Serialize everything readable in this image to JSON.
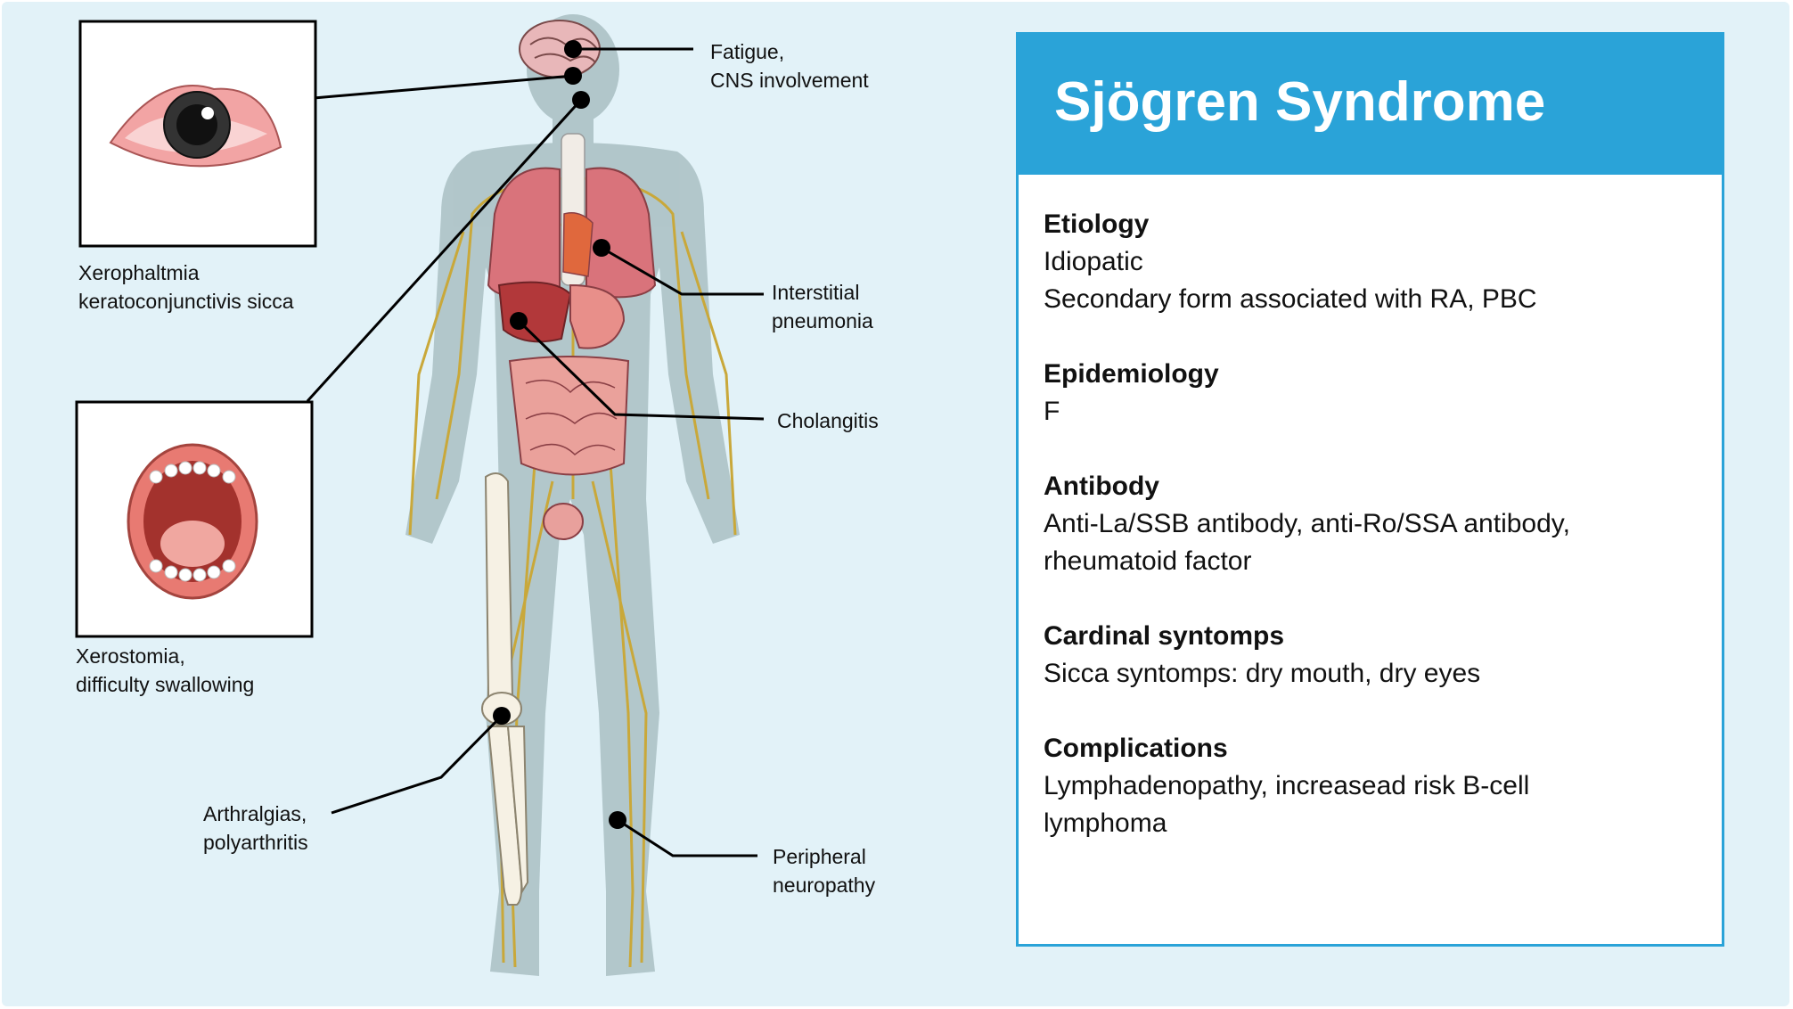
{
  "panel": {
    "title": "Sjögren Syndrome",
    "sections": [
      {
        "heading": "Etiology",
        "lines": [
          "Idiopatic",
          "Secondary form associated with RA, PBC"
        ]
      },
      {
        "heading": "Epidemiology",
        "lines": [
          "F"
        ]
      },
      {
        "heading": "Antibody",
        "lines": [
          "Anti-La/SSB antibody, anti-Ro/SSA antibody,",
          "rheumatoid factor"
        ]
      },
      {
        "heading": "Cardinal syntomps",
        "lines": [
          "Sicca syntomps: dry mouth, dry eyes"
        ]
      },
      {
        "heading": "Complications",
        "lines": [
          "Lymphadenopathy, increasead risk B-cell",
          "lymphoma"
        ]
      }
    ]
  },
  "callouts": {
    "cns": [
      "Fatigue,",
      "CNS involvement"
    ],
    "eyes": [
      "Xerophaltmia",
      "keratoconjunctivis sicca"
    ],
    "mouth": [
      "Xerostomia,",
      "difficulty swallowing"
    ],
    "lungs": [
      "Interstitial",
      "pneumonia"
    ],
    "liver": [
      "Cholangitis"
    ],
    "joints": [
      "Arthralgias,",
      "polyarthritis"
    ],
    "nerves": [
      "Peripheral",
      "neuropathy"
    ]
  },
  "colors": {
    "background": "#e2f2f8",
    "panel_accent": "#2aa3d8",
    "nerve": "#c9a83a",
    "organ": "#d9737b",
    "body_silhouette": "#a9bfc3"
  },
  "icons": {
    "eye": "eye-illustration",
    "mouth": "open-mouth-illustration",
    "brain": "brain-icon",
    "body": "human-body-illustration"
  }
}
